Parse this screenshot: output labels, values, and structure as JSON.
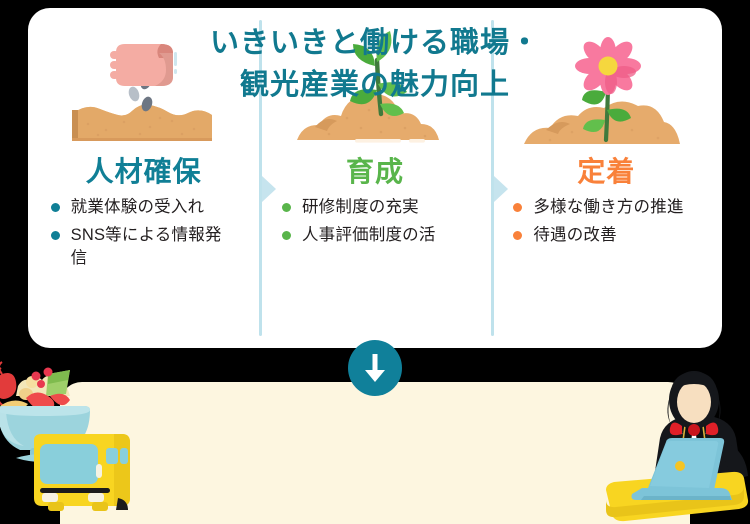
{
  "card": {
    "stages": [
      {
        "id": "stage-hiring",
        "title": "人材確保",
        "color": "#107f96",
        "icon": "hand-sowing-seeds-icon",
        "items": [
          "就業体験の受入れ",
          "SNS等による情報発信"
        ]
      },
      {
        "id": "stage-training",
        "title": "育成",
        "color": "#59b54b",
        "icon": "sprout-in-soil-icon",
        "items": [
          "研修制度の充実",
          "人事評価制度の活"
        ]
      },
      {
        "id": "stage-retention",
        "title": "定着",
        "color": "#f9813a",
        "icon": "blooming-flower-icon",
        "items": [
          "多様な働き方の推進",
          "待遇の改善"
        ]
      }
    ],
    "separator_icon": "chevron-right-icon"
  },
  "flow": {
    "arrow_icon": "arrow-down-icon",
    "arrow_badge_color": "#10809a"
  },
  "banner": {
    "line1": "いきいきと働ける職場・",
    "line2": "観光産業の魅力向上",
    "background_color": "#fdf6e0",
    "text_color": "#11798f",
    "decoration_left_icon": "seafood-bowl-and-bus-icon",
    "decoration_right_icon": "hotel-concierge-at-laptop-icon"
  }
}
